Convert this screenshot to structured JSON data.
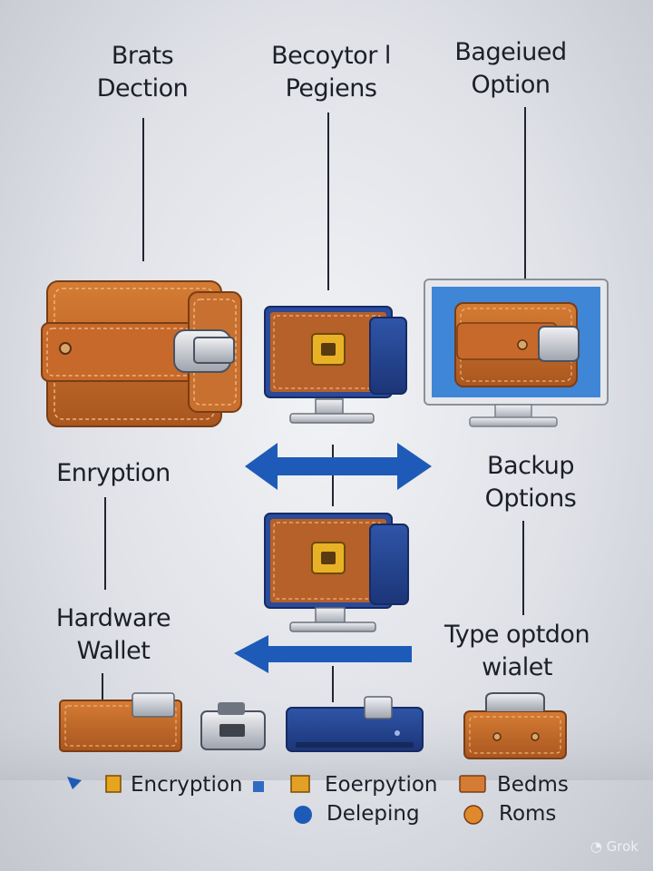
{
  "labels": {
    "top_left": [
      "Brats",
      "Dection"
    ],
    "top_center": [
      "Becoytor l",
      "Pegiens"
    ],
    "top_right": [
      "Bageiued",
      "Option"
    ],
    "mid_left": "Enryption",
    "mid_right": [
      "Backup",
      "Options"
    ],
    "low_left": [
      "Hardware",
      "Wallet"
    ],
    "low_right": [
      "Type optdon",
      "wialet"
    ]
  },
  "legend": [
    {
      "label": "Encryption",
      "icon": "orange-square-icon",
      "color": "#e7a51d"
    },
    {
      "label": "Eoerpytion",
      "icon": "orange-square-icon",
      "color": "#e2a024"
    },
    {
      "label": "Bedms",
      "icon": "orange-rect-icon",
      "color": "#d57c34"
    },
    {
      "label": "Deleping",
      "icon": "blue-circle-icon",
      "color": "#1e5bb8"
    },
    {
      "label": "Roms",
      "icon": "orange-circle-icon",
      "color": "#e0892c"
    }
  ],
  "watermark": "Grok",
  "colors": {
    "leather": "#c0692a",
    "navy": "#22408e",
    "blue": "#1e5bb8",
    "screen": "#3f86d6"
  }
}
